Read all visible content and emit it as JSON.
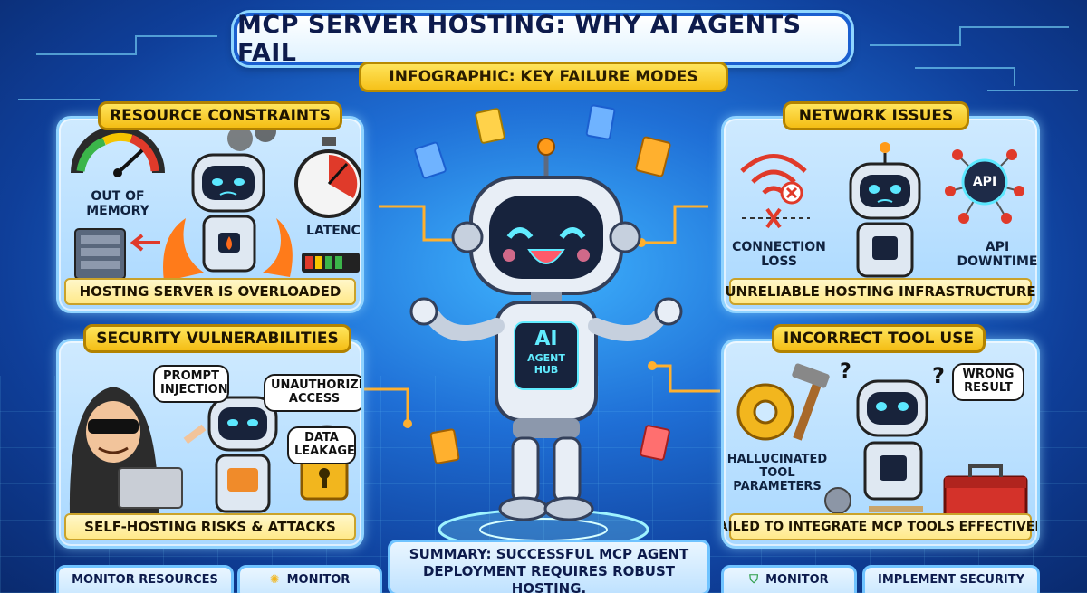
{
  "header": {
    "title": "MCP SERVER HOSTING: WHY AI AGENTS FAIL",
    "subtitle": "INFOGRAPHIC: KEY FAILURE MODES"
  },
  "panels": {
    "resource": {
      "title": "RESOURCE CONSTRAINTS",
      "footer": "HOSTING SERVER IS OVERLOADED",
      "labels": {
        "memory": "OUT OF\nMEMORY",
        "latency": "LATENCY"
      }
    },
    "network": {
      "title": "NETWORK ISSUES",
      "footer": "UNRELIABLE HOSTING INFRASTRUCTURE",
      "labels": {
        "connection": "CONNECTION\nLOSS",
        "api_downtime": "API\nDOWNTIME",
        "api": "API"
      }
    },
    "security": {
      "title": "SECURITY VULNERABILITIES",
      "footer": "SELF-HOSTING RISKS & ATTACKS",
      "bubbles": {
        "prompt": "PROMPT\nINJECTION",
        "unauth": "UNAUTHORIZED\nACCESS",
        "leak": "DATA\nLEAKAGE"
      }
    },
    "tools": {
      "title": "INCORRECT TOOL USE",
      "footer": "FAILED TO INTEGRATE MCP TOOLS EFFECTIVELY",
      "bubbles": {
        "wrong": "WRONG\nRESULT"
      },
      "labels": {
        "hallucinated": "HALLUCINATED\nTOOL\nPARAMETERS"
      }
    }
  },
  "hub": {
    "chest_top": "AI",
    "chest_bottom": "AGENT\nHUB"
  },
  "summary": "SUMMARY: SUCCESSFUL MCP AGENT\nDEPLOYMENT REQUIRES ROBUST HOSTING.",
  "tips": [
    {
      "label": "MONITOR RESOURCES"
    },
    {
      "label": "MONITOR"
    },
    {
      "label": "MONITOR"
    },
    {
      "label": "IMPLEMENT SECURITY"
    }
  ],
  "colors": {
    "accent_blue": "#1b5fd0",
    "banner_yellow": "#f6c21a",
    "panel_blue": "#a9d8ff",
    "alert_red": "#e03a2a"
  }
}
